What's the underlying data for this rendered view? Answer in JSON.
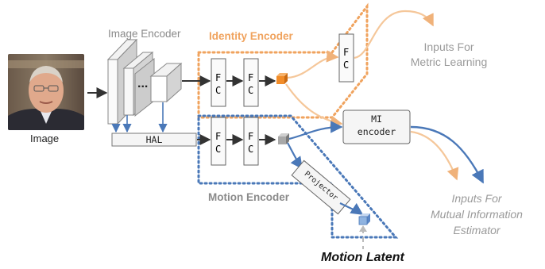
{
  "labels": {
    "image": "Image",
    "image_encoder": "Image Encoder",
    "identity_encoder": "Identity Encoder",
    "motion_encoder": "Motion Encoder",
    "hal": "HAL",
    "dots": "...",
    "fc_letter_f": "F",
    "fc_letter_c": "C",
    "mi_encoder_line1": "MI",
    "mi_encoder_line2": "encoder",
    "projector": "Projector",
    "metric_line1": "Inputs For",
    "metric_line2": "Metric Learning",
    "mi_est_line1": "Inputs For",
    "mi_est_line2": "Mutual Information",
    "mi_est_line3": "Estimator",
    "motion_latent": "Motion Latent"
  },
  "colors": {
    "orange": "#F0A35E",
    "orange_node": "#F28C28",
    "blue": "#4A78B8",
    "blue_node": "#8FB3E0",
    "gray_text": "#8A8A8A",
    "dark": "#333333"
  }
}
